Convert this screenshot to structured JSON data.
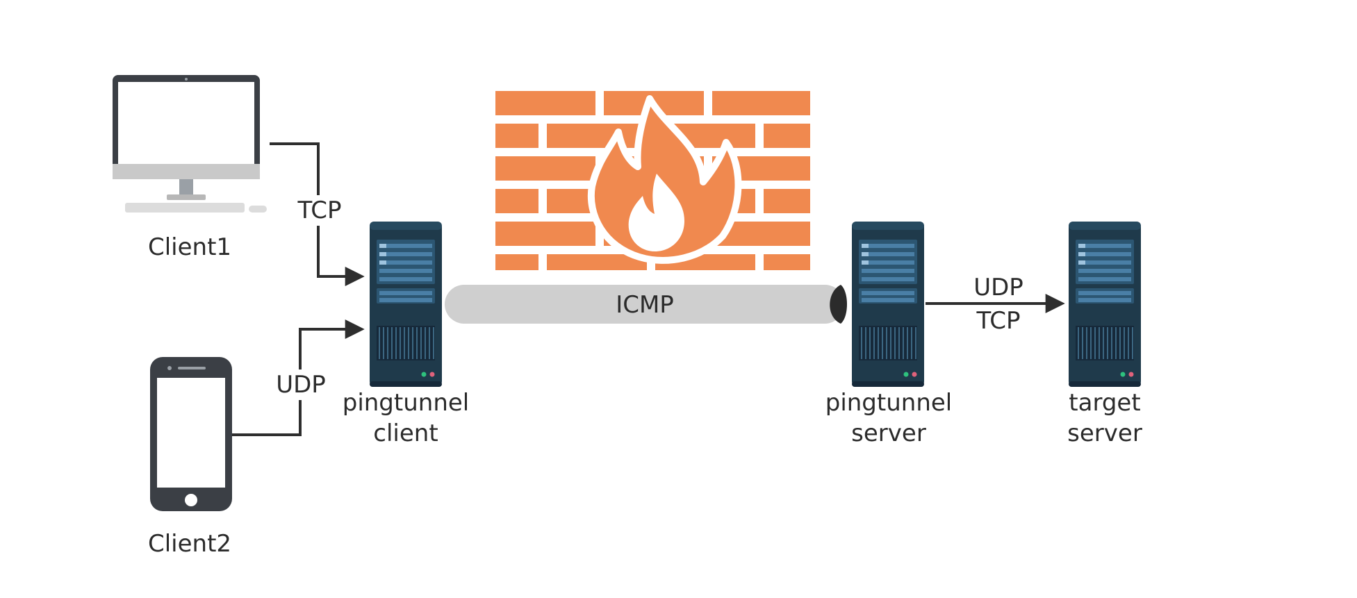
{
  "nodes": {
    "client1": {
      "label": "Client1"
    },
    "client2": {
      "label": "Client2"
    },
    "pingtunnel_client": {
      "label_line1": "pingtunnel",
      "label_line2": "client"
    },
    "pingtunnel_server": {
      "label_line1": "pingtunnel",
      "label_line2": "server"
    },
    "target_server": {
      "label_line1": "target",
      "label_line2": "server"
    }
  },
  "edges": {
    "client1_to_ptclient": {
      "label": "TCP"
    },
    "client2_to_ptclient": {
      "label": "UDP"
    },
    "tunnel": {
      "label": "ICMP"
    },
    "ptserver_to_target": {
      "label_line1": "UDP",
      "label_line2": "TCP"
    }
  },
  "colors": {
    "brick": "#f0894f",
    "mortar": "#ffffff",
    "server_body": "#1f3a4b",
    "server_accent": "#4a7fa6",
    "device_dark": "#3b3f45",
    "device_screen": "#ffffff",
    "device_light": "#c9c9c9",
    "pipe": "#cfcfcf",
    "arrow": "#2e2e2e"
  },
  "icons": {
    "desktop": "desktop-computer-icon",
    "phone": "smartphone-icon",
    "server": "server-rack-icon",
    "firewall": "firewall-icon"
  }
}
